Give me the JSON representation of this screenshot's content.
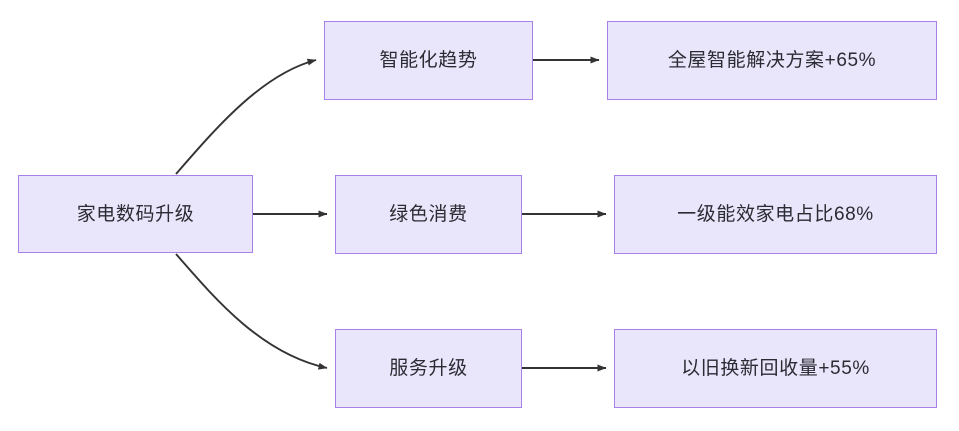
{
  "diagram": {
    "type": "flowchart",
    "direction": "left-to-right",
    "colors": {
      "node_fill": "#e9e6fb",
      "node_border": "#a781e8",
      "node_text": "#2b2b33",
      "edge": "#333333",
      "background": "#ffffff"
    },
    "nodes": [
      {
        "id": "source",
        "label": "家电数码升级",
        "column": 1,
        "row": 2
      },
      {
        "id": "trend",
        "label": "智能化趋势",
        "column": 2,
        "row": 1
      },
      {
        "id": "green",
        "label": "绿色消费",
        "column": 2,
        "row": 2
      },
      {
        "id": "service",
        "label": "服务升级",
        "column": 2,
        "row": 3
      },
      {
        "id": "smart_home",
        "label": "全屋智能解决方案+65%",
        "column": 3,
        "row": 1
      },
      {
        "id": "energy",
        "label": "一级能效家电占比68%",
        "column": 3,
        "row": 2
      },
      {
        "id": "tradein",
        "label": "以旧换新回收量+55%",
        "column": 3,
        "row": 3
      }
    ],
    "edges": [
      {
        "id": "e1",
        "from": "source",
        "to": "trend",
        "style": "curved",
        "arrow": "end"
      },
      {
        "id": "e2",
        "from": "source",
        "to": "green",
        "style": "straight",
        "arrow": "end"
      },
      {
        "id": "e3",
        "from": "source",
        "to": "service",
        "style": "curved",
        "arrow": "end"
      },
      {
        "id": "e4",
        "from": "trend",
        "to": "smart_home",
        "style": "straight",
        "arrow": "end"
      },
      {
        "id": "e5",
        "from": "green",
        "to": "energy",
        "style": "straight",
        "arrow": "end"
      },
      {
        "id": "e6",
        "from": "service",
        "to": "tradein",
        "style": "straight",
        "arrow": "end"
      }
    ]
  }
}
